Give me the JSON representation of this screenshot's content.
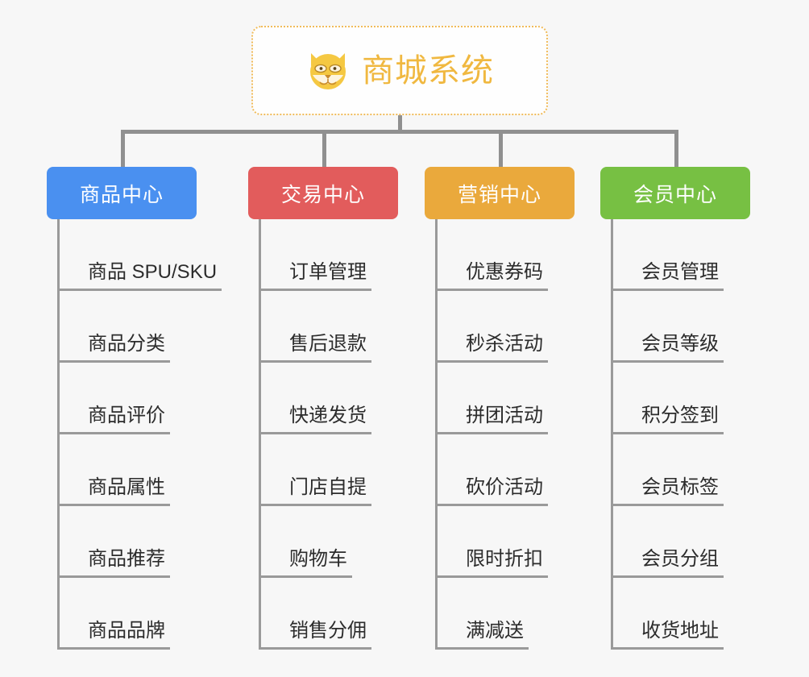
{
  "diagram": {
    "type": "mind-map-tree",
    "background_color": "#f7f7f7",
    "root": {
      "title": "商城系统",
      "icon": "shiba-dog-face-icon",
      "text_color": "#f0b840",
      "border_color": "#f0bb5a",
      "border_style": "dotted"
    },
    "connector_color": "#909090",
    "branches": [
      {
        "label": "商品中心",
        "color": "#4a90f0",
        "items": [
          "商品 SPU/SKU",
          "商品分类",
          "商品评价",
          "商品属性",
          "商品推荐",
          "商品品牌"
        ]
      },
      {
        "label": "交易中心",
        "color": "#e25c5c",
        "items": [
          "订单管理",
          "售后退款",
          "快递发货",
          "门店自提",
          "购物车",
          "销售分佣"
        ]
      },
      {
        "label": "营销中心",
        "color": "#eaa93c",
        "items": [
          "优惠券码",
          "秒杀活动",
          "拼团活动",
          "砍价活动",
          "限时折扣",
          "满减送"
        ]
      },
      {
        "label": "会员中心",
        "color": "#77c043",
        "items": [
          "会员管理",
          "会员等级",
          "积分签到",
          "会员标签",
          "会员分组",
          "收货地址"
        ]
      }
    ]
  }
}
